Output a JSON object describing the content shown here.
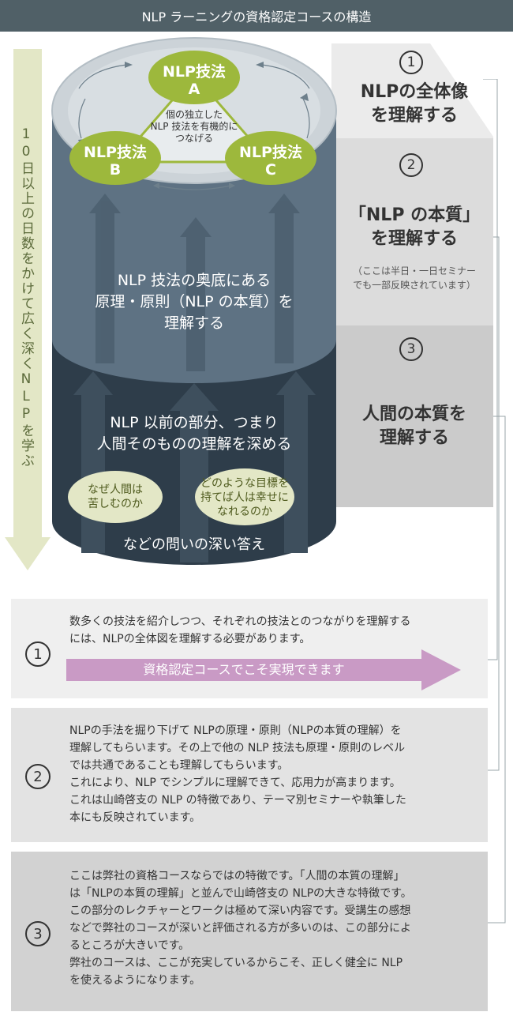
{
  "header": {
    "title": "NLP ラーニングの資格認定コースの構造"
  },
  "side_arrow": {
    "label": "10日以上の日数をかけて広く深くNLPを学ぶ"
  },
  "cylinder": {
    "triangle_note": [
      "個の独立した",
      "NLP 技法を有機的に",
      "つなげる"
    ],
    "nodes": [
      {
        "line1": "NLP技法",
        "line2": "A"
      },
      {
        "line1": "NLP技法",
        "line2": "B"
      },
      {
        "line1": "NLP技法",
        "line2": "C"
      }
    ],
    "middle_text": [
      "NLP 技法の奥底にある",
      "原理・原則（NLP の本質）を",
      "理解する"
    ],
    "bottom_text": [
      "NLP 以前の部分、つまり",
      "人間そのものの理解を深める"
    ],
    "ovals": [
      [
        "なぜ人間は",
        "苦しむのか"
      ],
      [
        "どのような目標を",
        "持てば人は幸せに",
        "なれるのか"
      ]
    ],
    "bottom_caption": "などの問いの深い答え"
  },
  "steps": [
    {
      "num": "1",
      "title": [
        "NLPの全体像",
        "を理解する"
      ],
      "note": []
    },
    {
      "num": "2",
      "title": [
        "「NLP の本質」",
        "を理解する"
      ],
      "note": [
        "（ここは半日・一日セミナー",
        "でも一部反映されています）"
      ]
    },
    {
      "num": "3",
      "title": [
        "人間の本質を",
        "理解する"
      ],
      "note": []
    }
  ],
  "descriptions": [
    {
      "num": "1",
      "lines": [
        "数多くの技法を紹介しつつ、それぞれの技法とのつながりを理解する",
        "には、NLPの全体図を理解する必要があります。"
      ],
      "banner": "資格認定コースでこそ実現できます"
    },
    {
      "num": "2",
      "lines": [
        "NLPの手法を掘り下げて NLPの原理・原則（NLPの本質の理解）を",
        "理解してもらいます。その上で他の NLP 技法も原理・原則のレベル",
        "では共通であることも理解してもらいます。",
        "これにより、NLP でシンプルに理解できて、応用力が高まります。",
        "これは山崎啓支の NLP の特徴であり、テーマ別セミナーや執筆した",
        "本にも反映されています。"
      ]
    },
    {
      "num": "3",
      "lines": [
        "ここは弊社の資格コースならではの特徴です。「人間の本質の理解」",
        "は「NLPの本質の理解」と並んで山崎啓支の NLPの大きな特徴です。",
        "この部分のレクチャーとワークは極めて深い内容です。受講生の感想",
        "などで弊社のコースが深いと評価される方が多いのは、この部分によ",
        "るところが大きいです。",
        "弊社のコースは、ここが充実しているからこそ、正しく健全に NLP",
        "を使えるようになります。"
      ]
    }
  ],
  "colors": {
    "header": "#506067",
    "olive": "#9db83c",
    "side_arrow": "#e3e7c6",
    "step1": "#ebebeb",
    "step2": "#dcdcdc",
    "step3": "#cbcbcb",
    "cyl_mid": "#5e7283",
    "cyl_bottom": "#2e3d4a",
    "banner": "#c99ac5"
  }
}
